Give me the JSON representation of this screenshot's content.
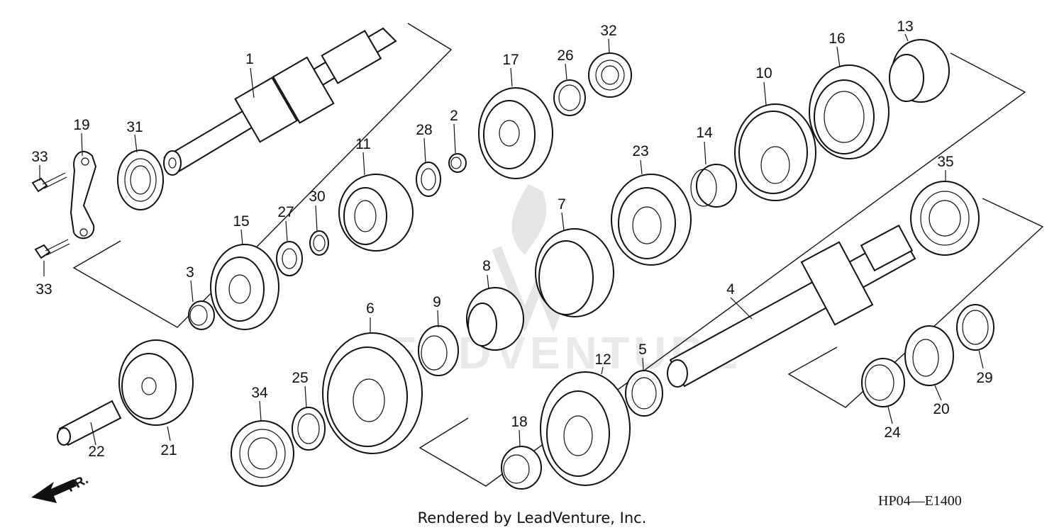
{
  "watermark": "LEADVENTURE",
  "diagram_code": "HP04—E1400",
  "footer_credit": "Rendered by LeadVenture, Inc.",
  "direction_label": "FR.",
  "parts": [
    {
      "id": "p1",
      "label": "1"
    },
    {
      "id": "p2",
      "label": "2"
    },
    {
      "id": "p3",
      "label": "3"
    },
    {
      "id": "p4",
      "label": "4"
    },
    {
      "id": "p5",
      "label": "5"
    },
    {
      "id": "p6",
      "label": "6"
    },
    {
      "id": "p7",
      "label": "7"
    },
    {
      "id": "p8",
      "label": "8"
    },
    {
      "id": "p9",
      "label": "9"
    },
    {
      "id": "p10",
      "label": "10"
    },
    {
      "id": "p11",
      "label": "11"
    },
    {
      "id": "p12",
      "label": "12"
    },
    {
      "id": "p13",
      "label": "13"
    },
    {
      "id": "p14",
      "label": "14"
    },
    {
      "id": "p15",
      "label": "15"
    },
    {
      "id": "p16",
      "label": "16"
    },
    {
      "id": "p17",
      "label": "17"
    },
    {
      "id": "p18",
      "label": "18"
    },
    {
      "id": "p19",
      "label": "19"
    },
    {
      "id": "p20",
      "label": "20"
    },
    {
      "id": "p21",
      "label": "21"
    },
    {
      "id": "p22",
      "label": "22"
    },
    {
      "id": "p23",
      "label": "23"
    },
    {
      "id": "p24",
      "label": "24"
    },
    {
      "id": "p25",
      "label": "25"
    },
    {
      "id": "p26",
      "label": "26"
    },
    {
      "id": "p27",
      "label": "27"
    },
    {
      "id": "p28",
      "label": "28"
    },
    {
      "id": "p29",
      "label": "29"
    },
    {
      "id": "p30",
      "label": "30"
    },
    {
      "id": "p31",
      "label": "31"
    },
    {
      "id": "p32",
      "label": "32"
    },
    {
      "id": "p33a",
      "label": "33"
    },
    {
      "id": "p33b",
      "label": "33"
    },
    {
      "id": "p34",
      "label": "34"
    },
    {
      "id": "p35",
      "label": "35"
    }
  ]
}
